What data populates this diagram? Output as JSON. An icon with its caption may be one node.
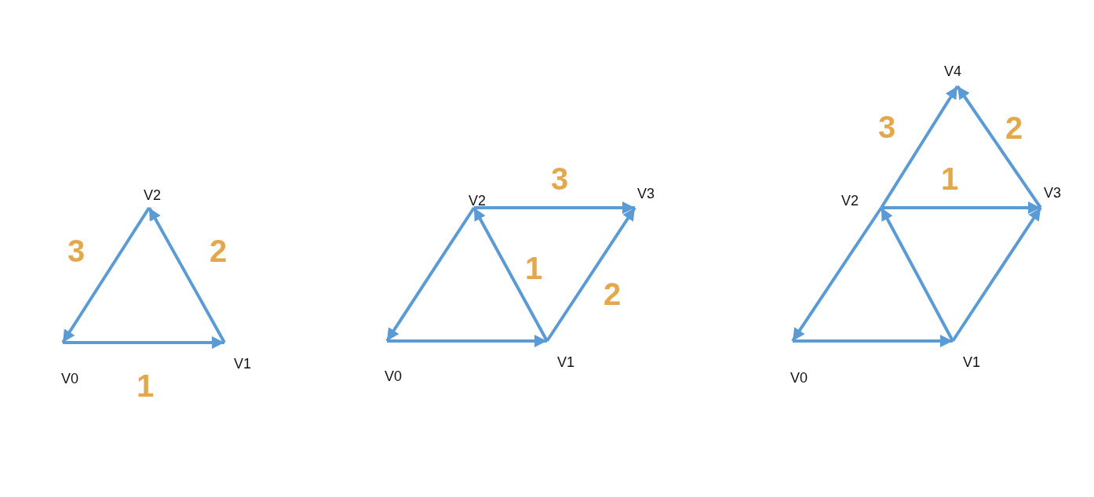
{
  "diagram": {
    "nodes": [
      {
        "text": [
          "V0"
        ]
      },
      {
        "text": [
          "V1"
        ]
      },
      {
        "text": [
          "V2"
        ]
      },
      {
        "text": [
          "V0"
        ]
      },
      {
        "text": [
          "V1"
        ]
      },
      {
        "text": [
          "V2"
        ]
      },
      {
        "text": [
          "V3"
        ]
      },
      {
        "text": [
          "V0"
        ]
      },
      {
        "text": [
          "V1"
        ]
      },
      {
        "text": [
          "V2"
        ]
      },
      {
        "text": [
          "V3"
        ]
      },
      {
        "text": [
          "V4"
        ]
      }
    ],
    "edges": [
      {
        "from": 0,
        "to": 1,
        "arrow": "to"
      },
      {
        "from": 1,
        "to": 2,
        "arrow": "to"
      },
      {
        "from": 2,
        "to": 0,
        "arrow": "to"
      },
      {
        "from": 3,
        "to": 4,
        "arrow": "to"
      },
      {
        "from": 4,
        "to": 5,
        "arrow": "to"
      },
      {
        "from": 5,
        "to": 3,
        "arrow": "to"
      },
      {
        "from": 5,
        "to": 6,
        "arrow": "to"
      },
      {
        "from": 4,
        "to": 6,
        "arrow": "to"
      },
      {
        "from": 7,
        "to": 8,
        "arrow": "to"
      },
      {
        "from": 8,
        "to": 9,
        "arrow": "to"
      },
      {
        "from": 9,
        "to": 7,
        "arrow": "to"
      },
      {
        "from": 9,
        "to": 10,
        "arrow": "to"
      },
      {
        "from": 8,
        "to": 10,
        "arrow": "to"
      },
      {
        "from": 9,
        "to": 11,
        "arrow": "to"
      },
      {
        "from": 10,
        "to": 11,
        "arrow": "to"
      }
    ],
    "labels": [
      "3",
      "2",
      "1",
      "3",
      "1",
      "2",
      "3",
      "2",
      "1"
    ]
  }
}
